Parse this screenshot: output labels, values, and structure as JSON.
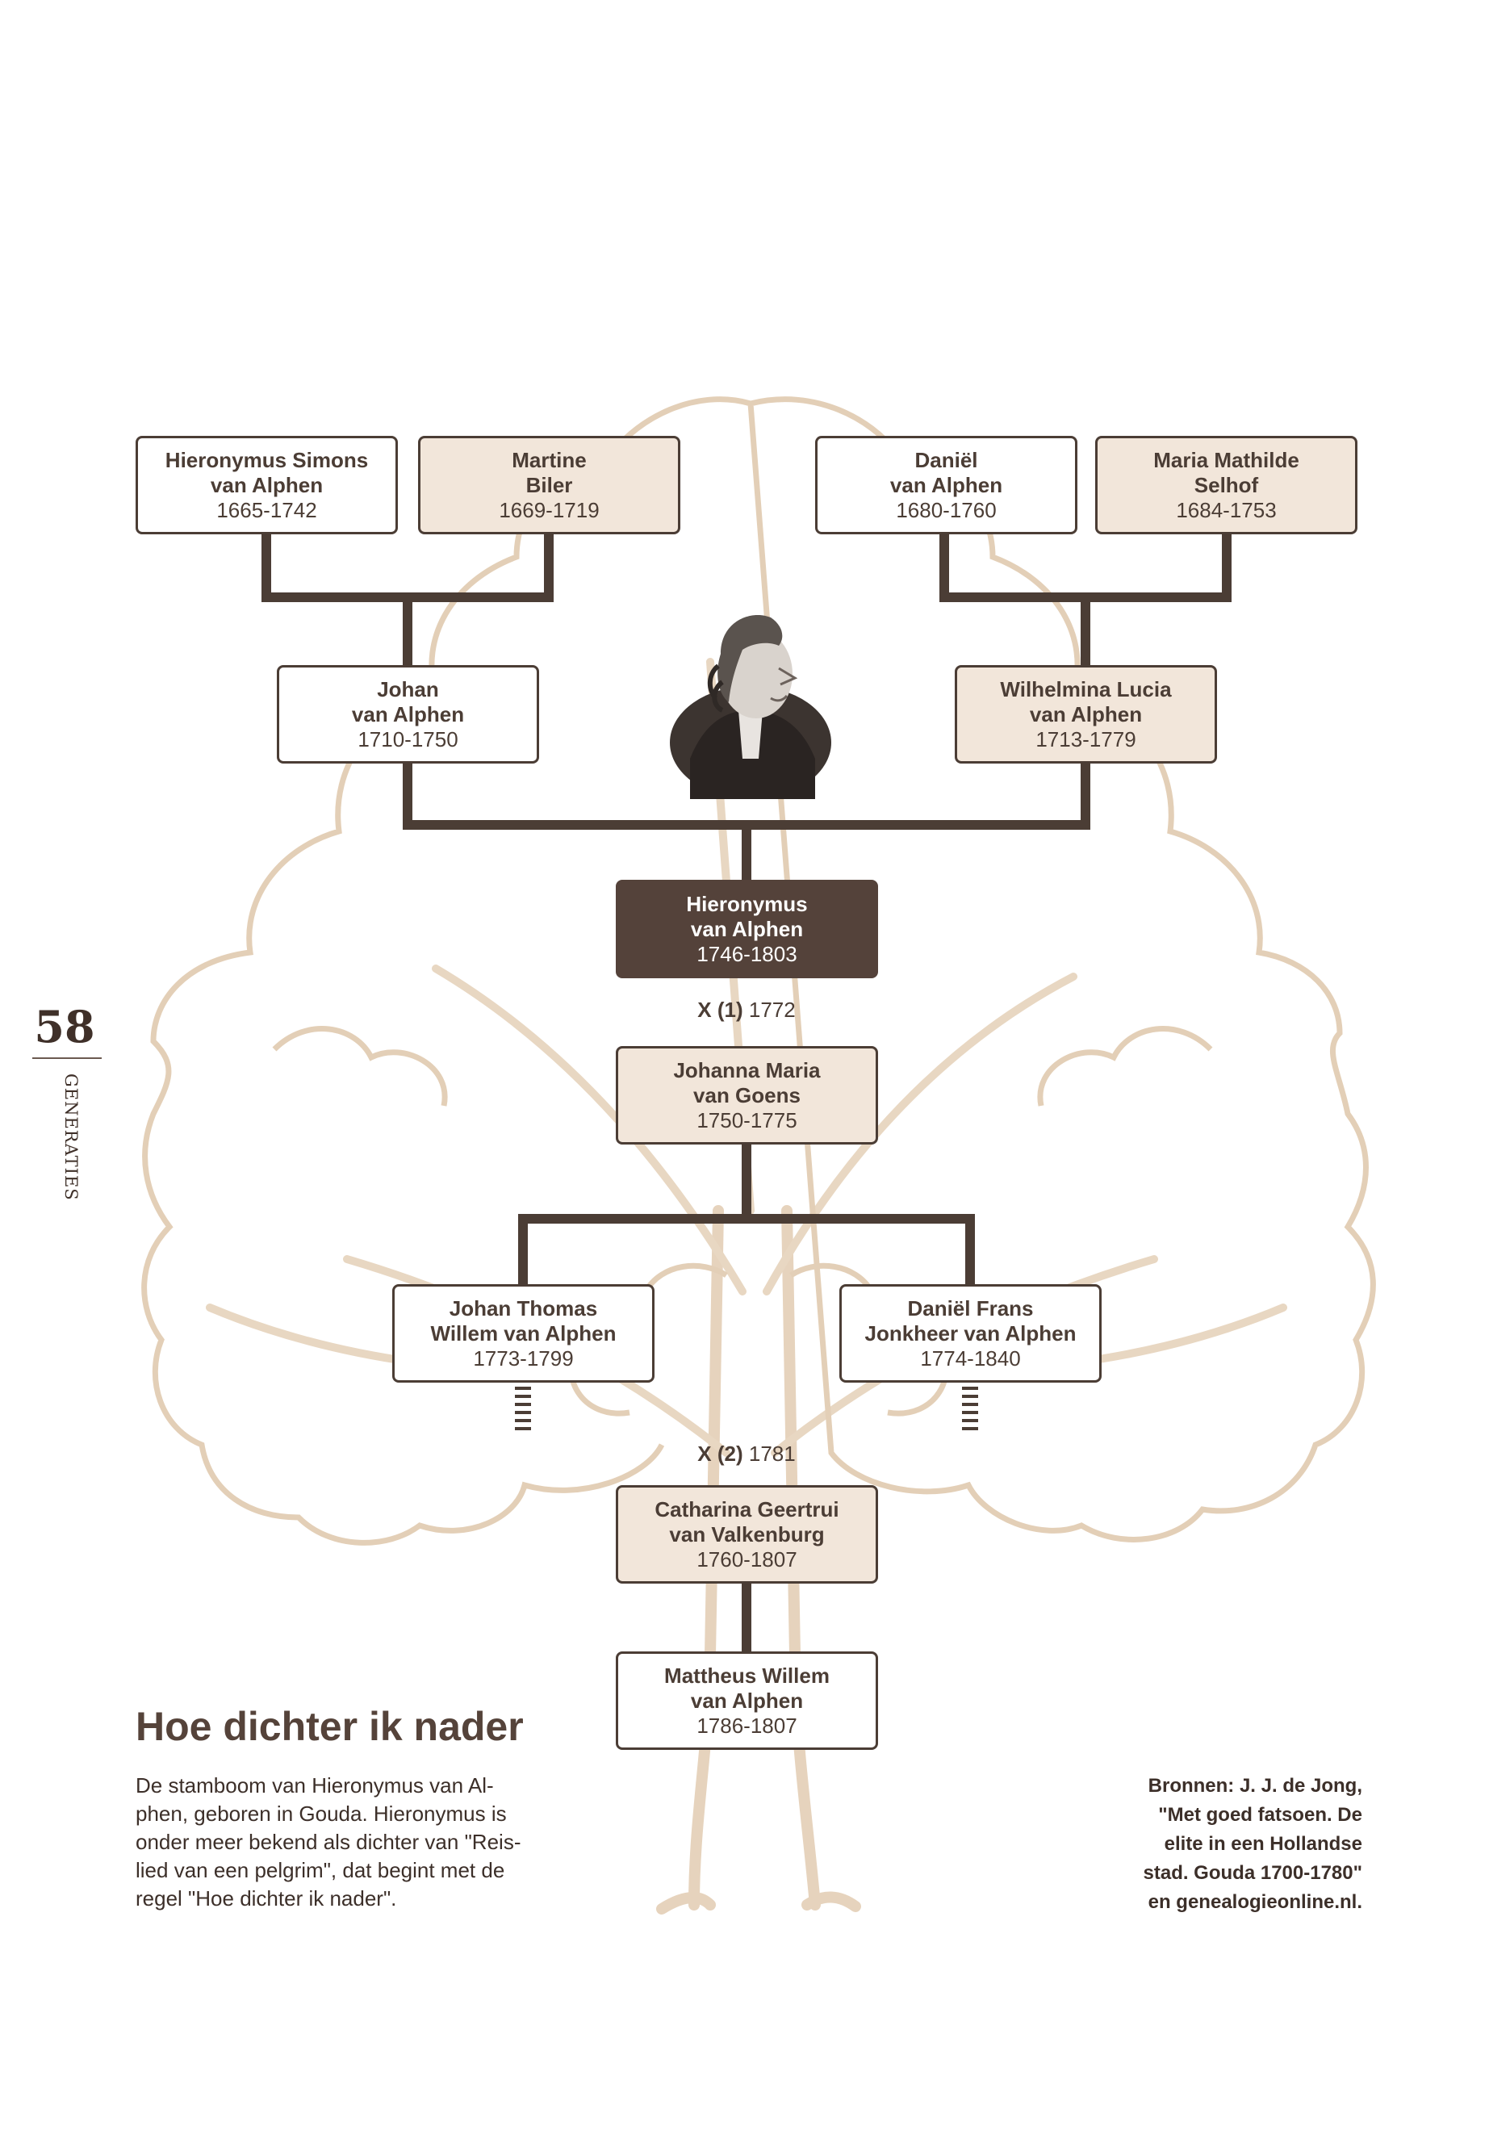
{
  "page": {
    "number": "58",
    "section": "GENERATIES"
  },
  "colors": {
    "tree": "#e6d3bd",
    "connector": "#4b3d35",
    "box_tan": "#f2e6da",
    "box_main": "#54423a"
  },
  "illustration": {
    "background": "tree-icon",
    "portrait": "portrait-engraving-icon"
  },
  "tree": {
    "grandparents": [
      {
        "name1": "Hieronymus Simons",
        "name2": "van Alphen",
        "years": "1665-1742"
      },
      {
        "name1": "Martine",
        "name2": "Biler",
        "years": "1669-1719"
      },
      {
        "name1": "Daniël",
        "name2": "van Alphen",
        "years": "1680-1760"
      },
      {
        "name1": "Maria Mathilde",
        "name2": "Selhof",
        "years": "1684-1753"
      }
    ],
    "parents": [
      {
        "name1": "Johan",
        "name2": "van Alphen",
        "years": "1710-1750"
      },
      {
        "name1": "Wilhelmina Lucia",
        "name2": "van Alphen",
        "years": "1713-1779"
      }
    ],
    "subject": {
      "name1": "Hieronymus",
      "name2": "van Alphen",
      "years": "1746-1803"
    },
    "marriage1": {
      "mark": "X (1)",
      "year": "1772"
    },
    "spouse1": {
      "name1": "Johanna Maria",
      "name2": "van Goens",
      "years": "1750-1775"
    },
    "children1": [
      {
        "name1": "Johan Thomas",
        "name2": "Willem van Alphen",
        "years": "1773-1799"
      },
      {
        "name1": "Daniël Frans",
        "name2": "Jonkheer van Alphen",
        "years": "1774-1840"
      }
    ],
    "marriage2": {
      "mark": "X (2)",
      "year": "1781"
    },
    "spouse2": {
      "name1": "Catharina Geertrui",
      "name2": "van Valkenburg",
      "years": "1760-1807"
    },
    "child2": {
      "name1": "Mattheus Willem",
      "name2": "van Alphen",
      "years": "1786-1807"
    }
  },
  "article": {
    "headline": "Hoe dichter ik nader",
    "intro_lines": [
      "De stamboom van Hieronymus van Al-",
      "phen, geboren in Gouda. Hieronymus is",
      "onder meer bekend als dichter van  \"Reis-",
      "lied van een pelgrim\", dat begint met de",
      "regel \"Hoe dichter ik nader\"."
    ],
    "sources_lines": [
      "Bronnen: J. J. de Jong,",
      "\"Met goed fatsoen. De",
      "elite in een Hollandse",
      "stad. Gouda 1700-1780\"",
      "en genealogieonline.nl."
    ]
  }
}
